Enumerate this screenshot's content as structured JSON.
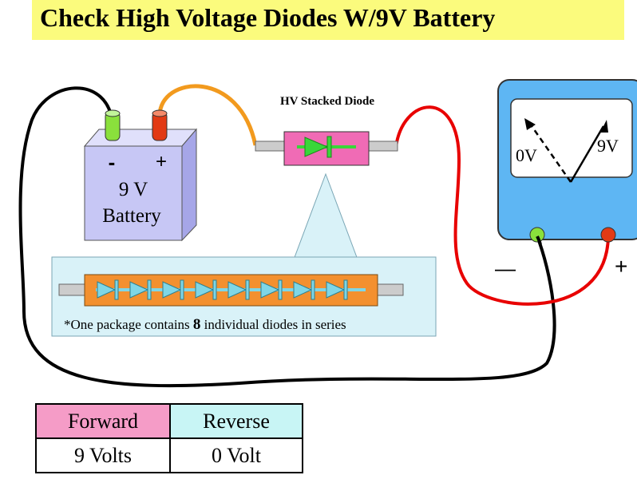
{
  "title": "Check High Voltage Diodes W/9V Battery",
  "battery": {
    "minus": "-",
    "plus": "+",
    "line1": "9 V",
    "line2": "Battery"
  },
  "diode_label": "HV Stacked Diode",
  "callout_text_before": "*One package contains ",
  "callout_count": "8",
  "callout_text_after": "  individual diodes in series",
  "meter": {
    "left_label": "0V",
    "right_label": "9V",
    "minus": "—",
    "plus": "+"
  },
  "table": {
    "headers": [
      "Forward",
      "Reverse"
    ],
    "values": [
      "9  Volts",
      "0 Volt"
    ]
  },
  "colors": {
    "title_bg": "#fbfb7d",
    "battery": "#c7c7f5",
    "diode_body": "#f06bb5",
    "diode_symbol": "#3ad63a",
    "stack_body": "#f3902f",
    "stack_symbol": "#7fd6e6",
    "callout": "#d9f2f8",
    "meter_body": "#5eb6f3",
    "wire_red": "#e80000",
    "wire_orange": "#f29a1e"
  }
}
